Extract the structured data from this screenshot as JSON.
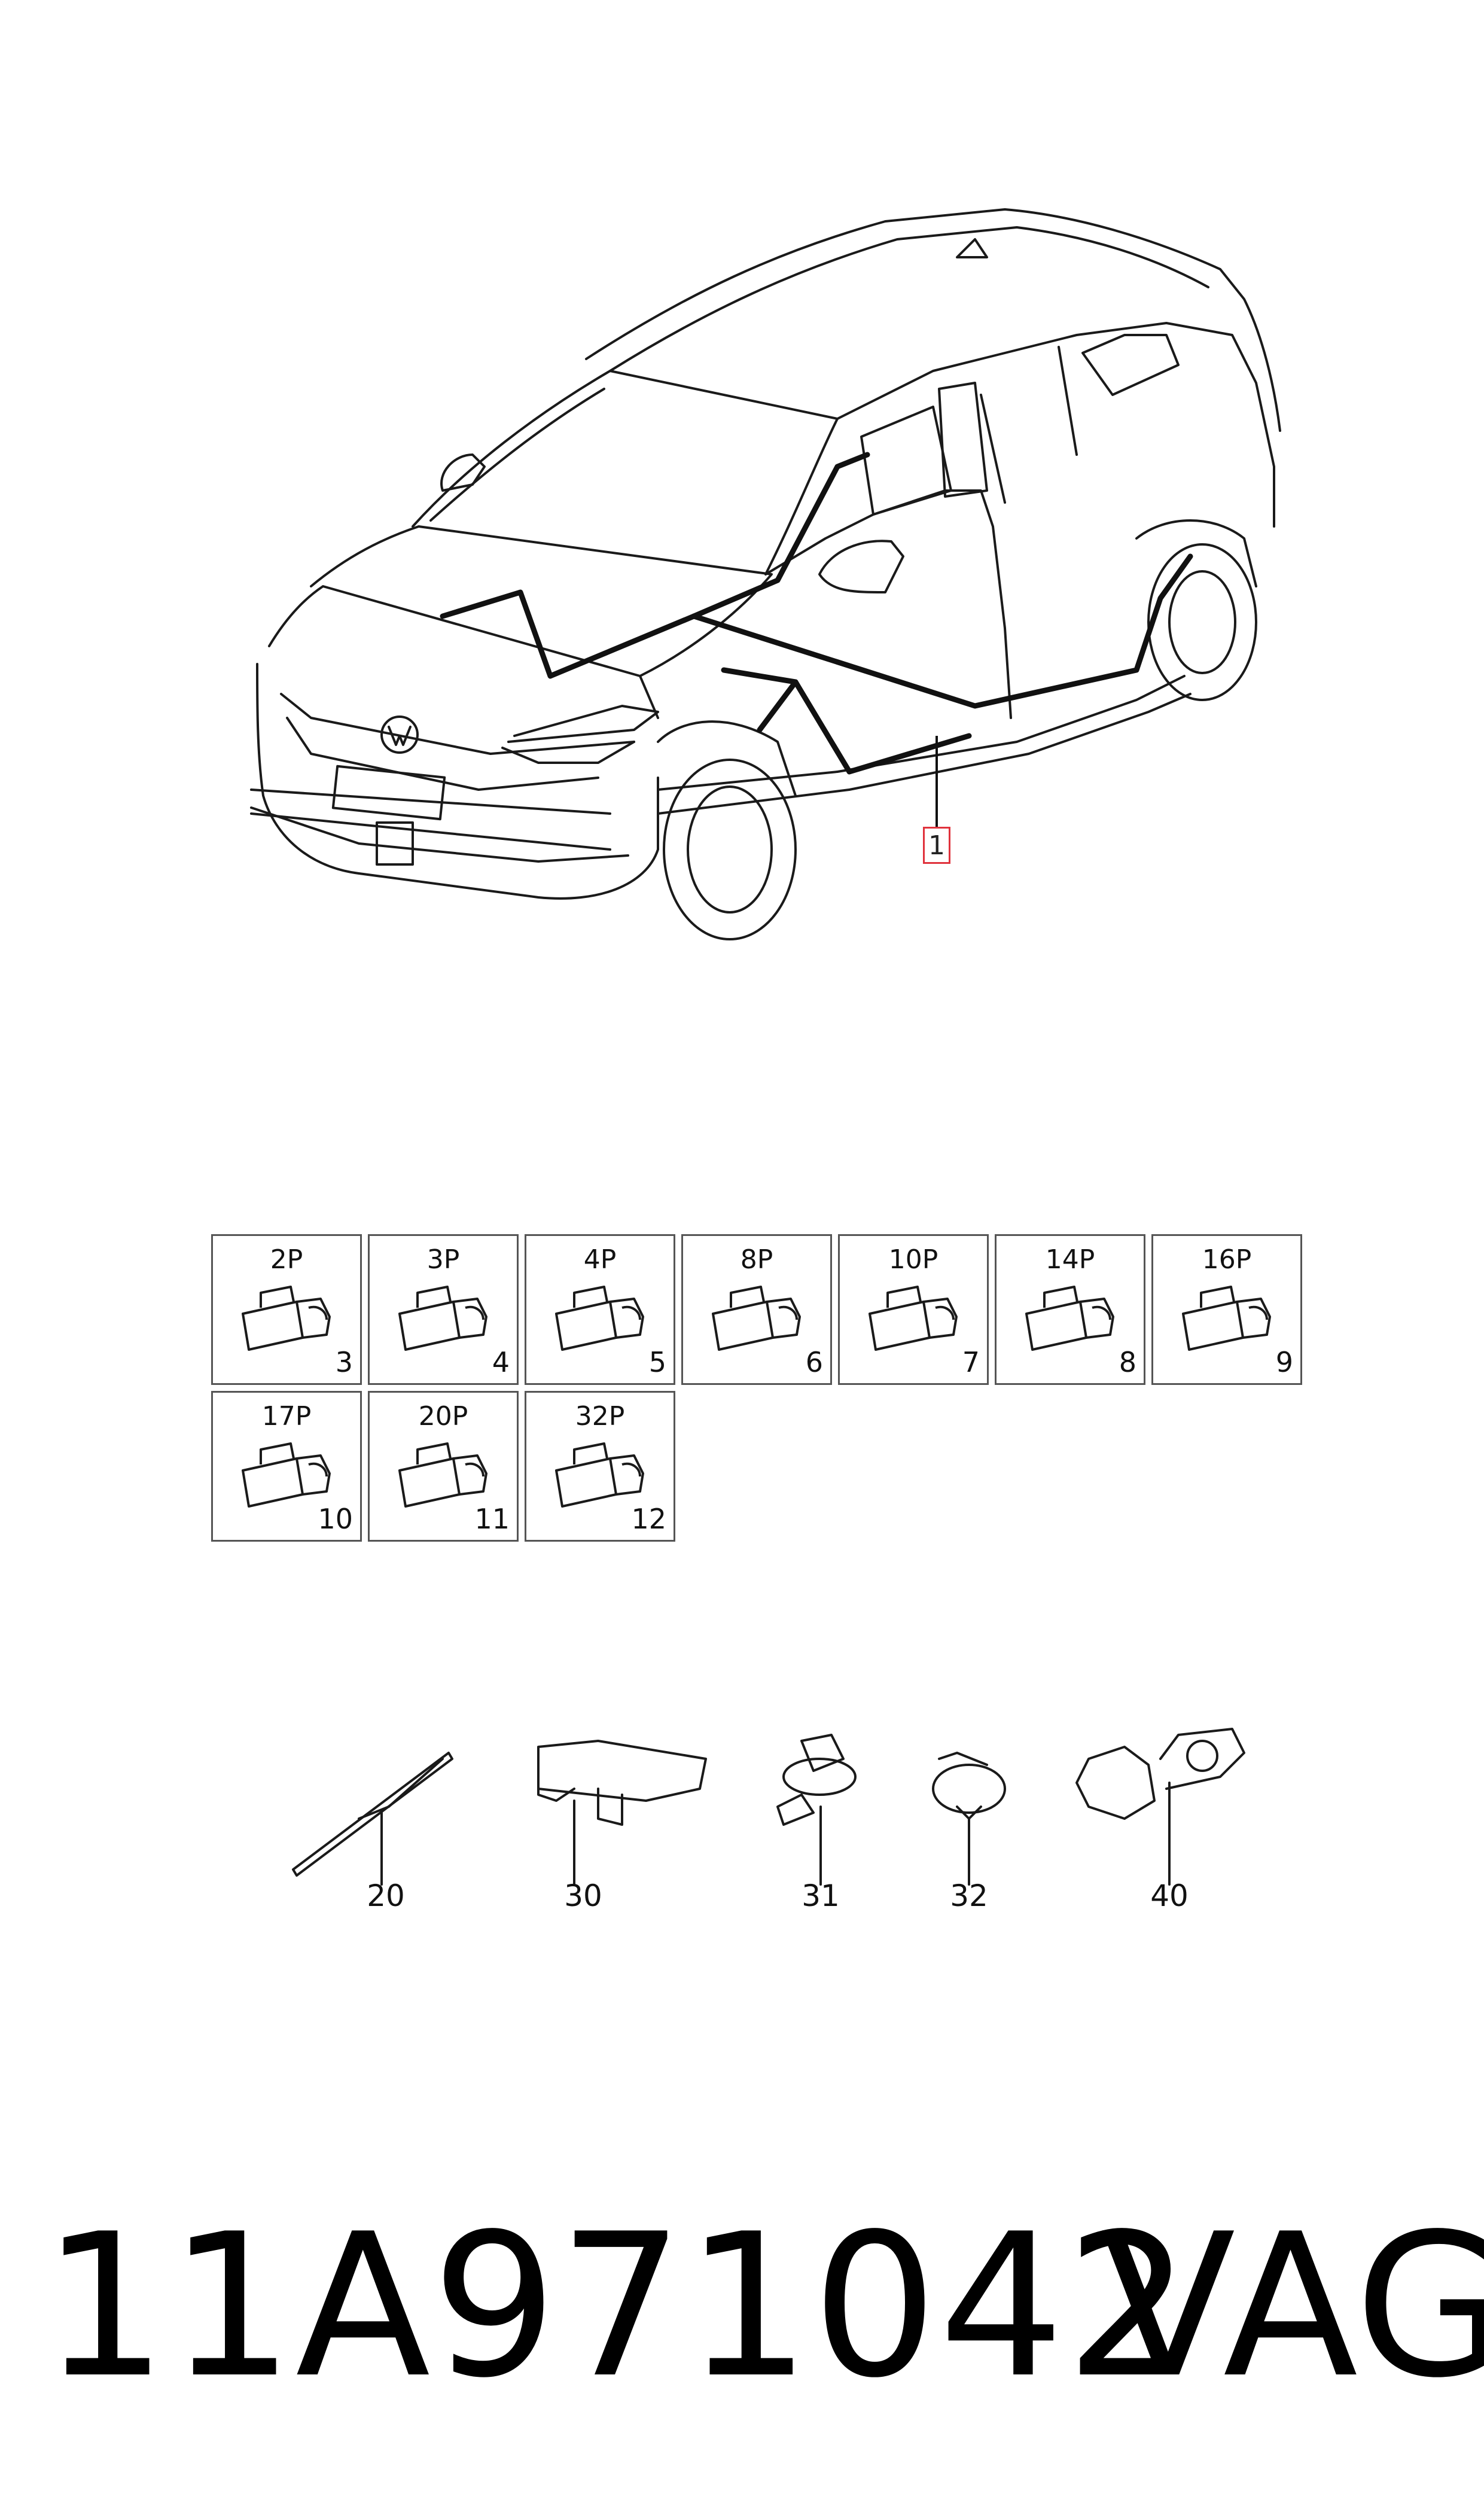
{
  "diagram": {
    "main_callout": "1",
    "connectors": [
      {
        "pins": "2P",
        "number": "3"
      },
      {
        "pins": "3P",
        "number": "4"
      },
      {
        "pins": "4P",
        "number": "5"
      },
      {
        "pins": "8P",
        "number": "6"
      },
      {
        "pins": "10P",
        "number": "7"
      },
      {
        "pins": "14P",
        "number": "8"
      },
      {
        "pins": "16P",
        "number": "9"
      },
      {
        "pins": "17P",
        "number": "10"
      },
      {
        "pins": "20P",
        "number": "11"
      },
      {
        "pins": "32P",
        "number": "12"
      }
    ],
    "parts": [
      {
        "number": "20",
        "icon": "cable-tie-icon"
      },
      {
        "number": "30",
        "icon": "bracket-clip-icon"
      },
      {
        "number": "31",
        "icon": "push-clip-icon"
      },
      {
        "number": "32",
        "icon": "round-clip-icon"
      },
      {
        "number": "40",
        "icon": "cable-holder-icon"
      }
    ]
  },
  "footer": {
    "part_code": "11A971042",
    "brand": "VAG"
  },
  "colors": {
    "line": "#1a1a1a",
    "callout_border": "#e0323c"
  }
}
